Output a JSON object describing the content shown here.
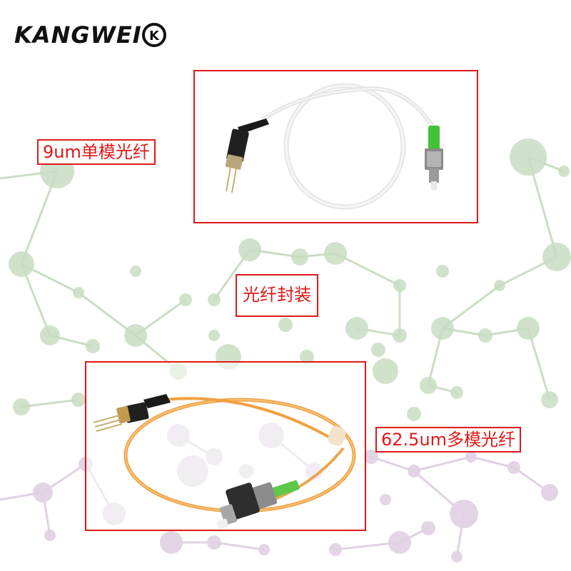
{
  "brand": {
    "name": "KANGWEI",
    "mark": "K"
  },
  "labels": {
    "single_mode": "9um单模光纤",
    "package": "光纤封装",
    "multi_mode": "62.5um多模光纤"
  },
  "colors": {
    "frame": "#e01818",
    "label_text": "#e01818",
    "network_green": "#a8c8a0",
    "network_purple": "#cdb6cf",
    "fiber_white": "#eeeeee",
    "fiber_orange": "#f0a040",
    "connector_green": "#4cc83a"
  },
  "icons": {
    "logo": "kangwei-logo-icon",
    "single_mode_product": "pigtailed-laser-singlemode-icon",
    "multi_mode_product": "pigtailed-laser-multimode-icon"
  }
}
